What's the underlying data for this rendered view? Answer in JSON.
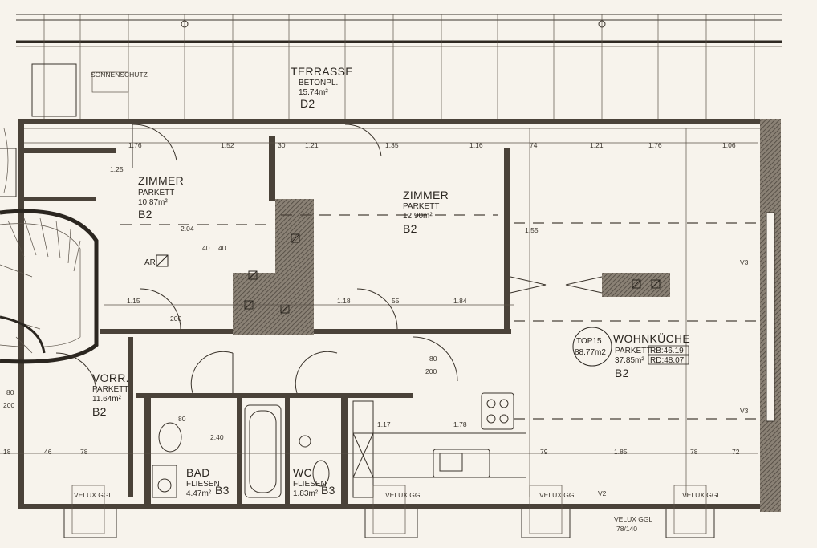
{
  "rooms": {
    "terrasse": {
      "name": "TERRASSE",
      "floor": "BETONPL.",
      "area": "15.74m²",
      "code": "D2"
    },
    "zimmer1": {
      "name": "ZIMMER",
      "floor": "PARKETT",
      "area": "10.87m²",
      "code": "B2"
    },
    "zimmer2": {
      "name": "ZIMMER",
      "floor": "PARKETT",
      "area": "12.90m²",
      "code": "B2"
    },
    "wohnkueche": {
      "top": "TOP15",
      "top_area": "88.77m2",
      "name": "WOHNKÜCHE",
      "floor": "PARKETT",
      "area": "37.85m²",
      "rb": "RB:46.19",
      "rd": "RD:48.07",
      "code": "B2"
    },
    "vorr": {
      "name": "VORR.",
      "floor": "PARKETT",
      "area": "11.64m²",
      "code": "B2"
    },
    "bad": {
      "name": "BAD",
      "floor": "FLIESEN",
      "area": "4.47m²",
      "code": "B3"
    },
    "wc": {
      "name": "WC",
      "floor": "FLIESEN",
      "area": "1.83m²",
      "code": "B3"
    }
  },
  "labels": {
    "ar": "AR",
    "v3a": "V3",
    "v3b": "V3",
    "v2": "V2",
    "markise": "SONNENSCHUTZ",
    "velux1": "VELUX GGL",
    "velux2": "VELUX GGL",
    "velux3": "VELUX GGL",
    "velux4": "VELUX GGL",
    "velux5": "VELUX GGL",
    "velux_size": "78/140"
  },
  "dimensions": {
    "d176a": "1.76",
    "d152": "1.52",
    "d30": "30",
    "d121": "1.21",
    "d125": "1.35",
    "d116": "1.16",
    "d74": "74",
    "d121b": "1.21",
    "d176b": "1.76",
    "d106": "1.06",
    "d125v": "1.25",
    "d204": "2.04",
    "d40": "40",
    "d40b": "40",
    "d115": "1.15",
    "d200": "200",
    "d118": "1.18",
    "d55": "55",
    "d184": "1.84",
    "d80": "80",
    "d200b": "200",
    "d80b": "80",
    "d200c": "200",
    "d117": "1.17",
    "d178": "1.78",
    "d240": "2.40",
    "d80c": "80",
    "d185": "1.85",
    "d79": "79",
    "d78": "78",
    "d78b": "78",
    "d72": "72",
    "d46": "46",
    "d18": "18",
    "d155": "1.55"
  },
  "colors": {
    "paper": "#f7f3ec",
    "ink": "#3a332b",
    "hatch": "#6f665c"
  }
}
